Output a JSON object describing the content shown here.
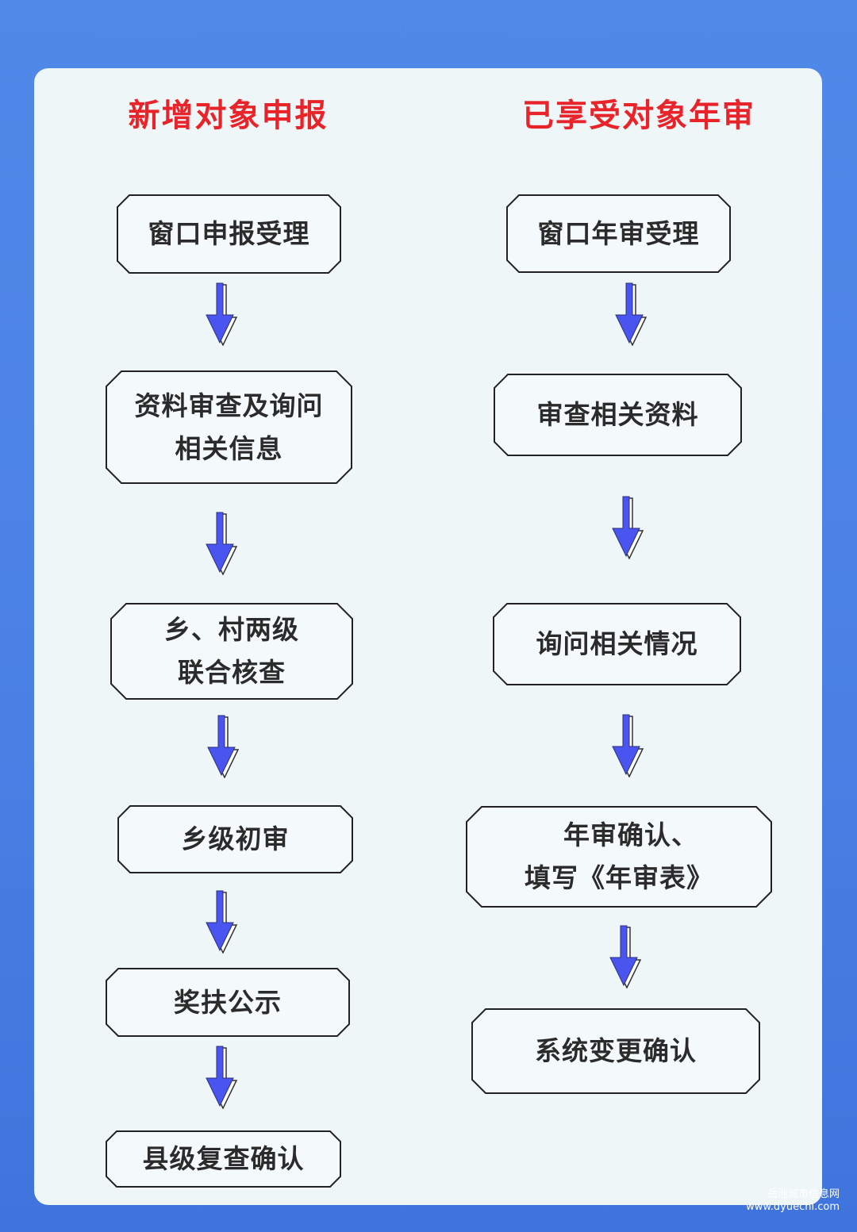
{
  "colors": {
    "background": "#4a80e4",
    "panel": "#eef6f8",
    "title": "#e8242a",
    "arrow": "#4a55f0",
    "text": "#2b2b2b"
  },
  "left": {
    "title": "新增对象申报",
    "steps": [
      {
        "line1": "窗口申报受理",
        "line2": ""
      },
      {
        "line1": "资料审查及询问",
        "line2": "相关信息"
      },
      {
        "line1": "乡、村两级",
        "line2": "联合核查"
      },
      {
        "line1": "乡级初审",
        "line2": ""
      },
      {
        "line1": "奖扶公示",
        "line2": ""
      },
      {
        "line1": "县级复查确认",
        "line2": ""
      }
    ]
  },
  "right": {
    "title": "已享受对象年审",
    "steps": [
      {
        "line1": "窗口年审受理",
        "line2": ""
      },
      {
        "line1": "审查相关资料",
        "line2": ""
      },
      {
        "line1": "询问相关情况",
        "line2": ""
      },
      {
        "line1": "年审确认、",
        "line2": "填写《年审表》"
      },
      {
        "line1": "系统变更确认",
        "line2": ""
      }
    ]
  },
  "watermark": {
    "line1": "岳池城市信息网",
    "line2": "www.dyuechi.com"
  }
}
